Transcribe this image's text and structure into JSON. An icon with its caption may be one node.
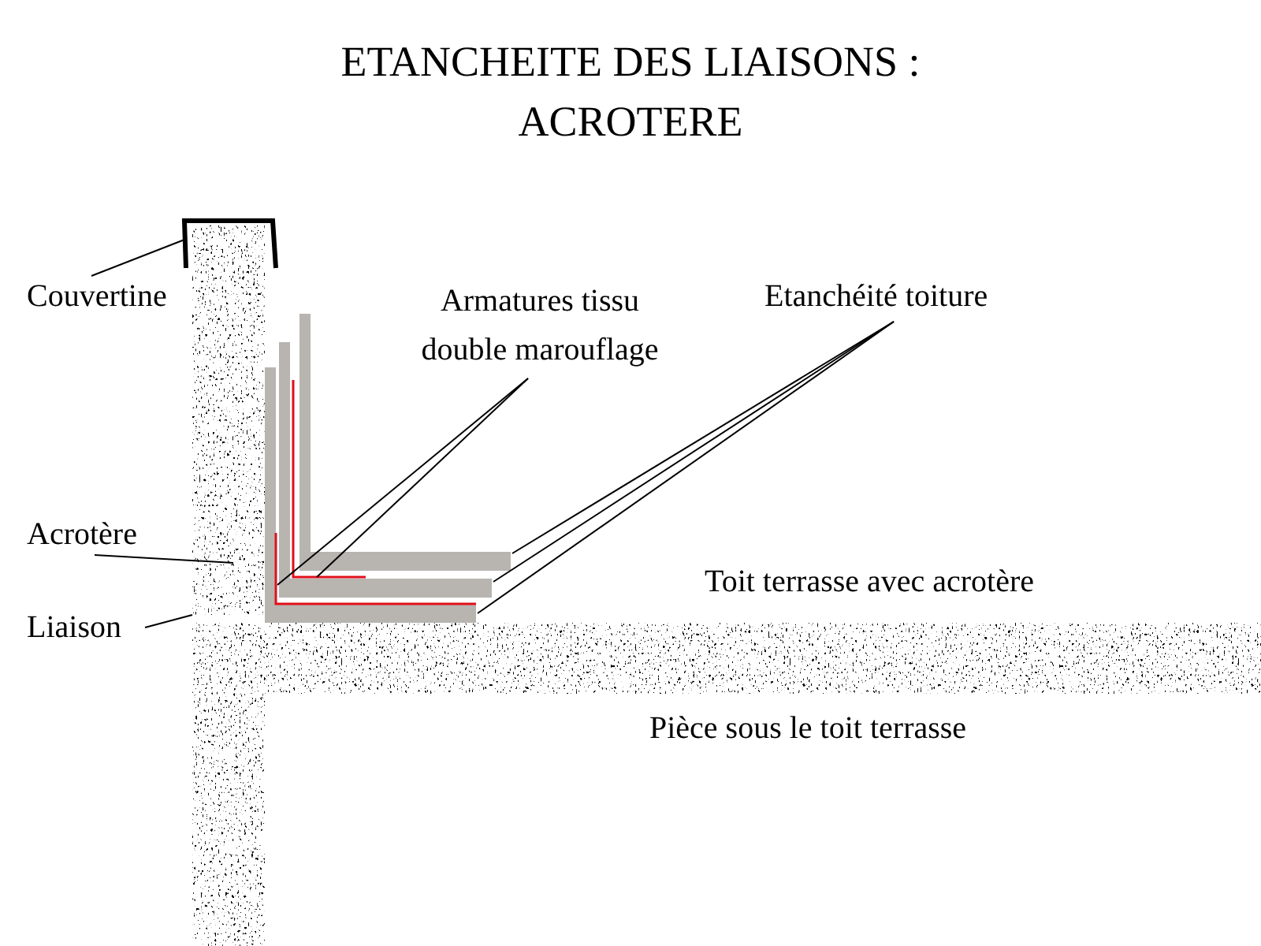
{
  "diagram": {
    "title": "ETANCHEITE DES LIAISONS : ACROTERE",
    "nodes": [
      {
        "text": [
          "Couvertine"
        ]
      },
      {
        "text": [],
        "shape": "picture"
      },
      {
        "text": [
          "Acrotère"
        ]
      },
      {
        "text": [],
        "shape": "box"
      },
      {
        "text": [
          "Liaison"
        ]
      },
      {
        "text": [
          "Armatures tissu double marouflage"
        ]
      },
      {
        "text": [],
        "shape": "picture"
      },
      {
        "text": [],
        "shape": "picture"
      },
      {
        "text": [
          "Etanchéité toiture"
        ]
      },
      {
        "text": [],
        "shape": "picture"
      },
      {
        "text": [],
        "shape": "picture"
      },
      {
        "text": [],
        "shape": "picture"
      }
    ],
    "edges": [
      {
        "from": 0,
        "to": 1,
        "arrow": "none"
      },
      {
        "from": 2,
        "to": 3,
        "arrow": "none"
      },
      {
        "from": 4,
        "to": 3,
        "arrow": "none"
      },
      {
        "from": 5,
        "to": 6,
        "arrow": "none"
      },
      {
        "from": 5,
        "to": 7,
        "arrow": "none"
      },
      {
        "from": 8,
        "to": 9,
        "arrow": "none"
      },
      {
        "from": 8,
        "to": 10,
        "arrow": "none"
      },
      {
        "from": 8,
        "to": 11,
        "arrow": "none"
      }
    ],
    "labels": [
      "Toit terrasse avec acrotère",
      "Pièce sous le toit terrasse"
    ]
  }
}
